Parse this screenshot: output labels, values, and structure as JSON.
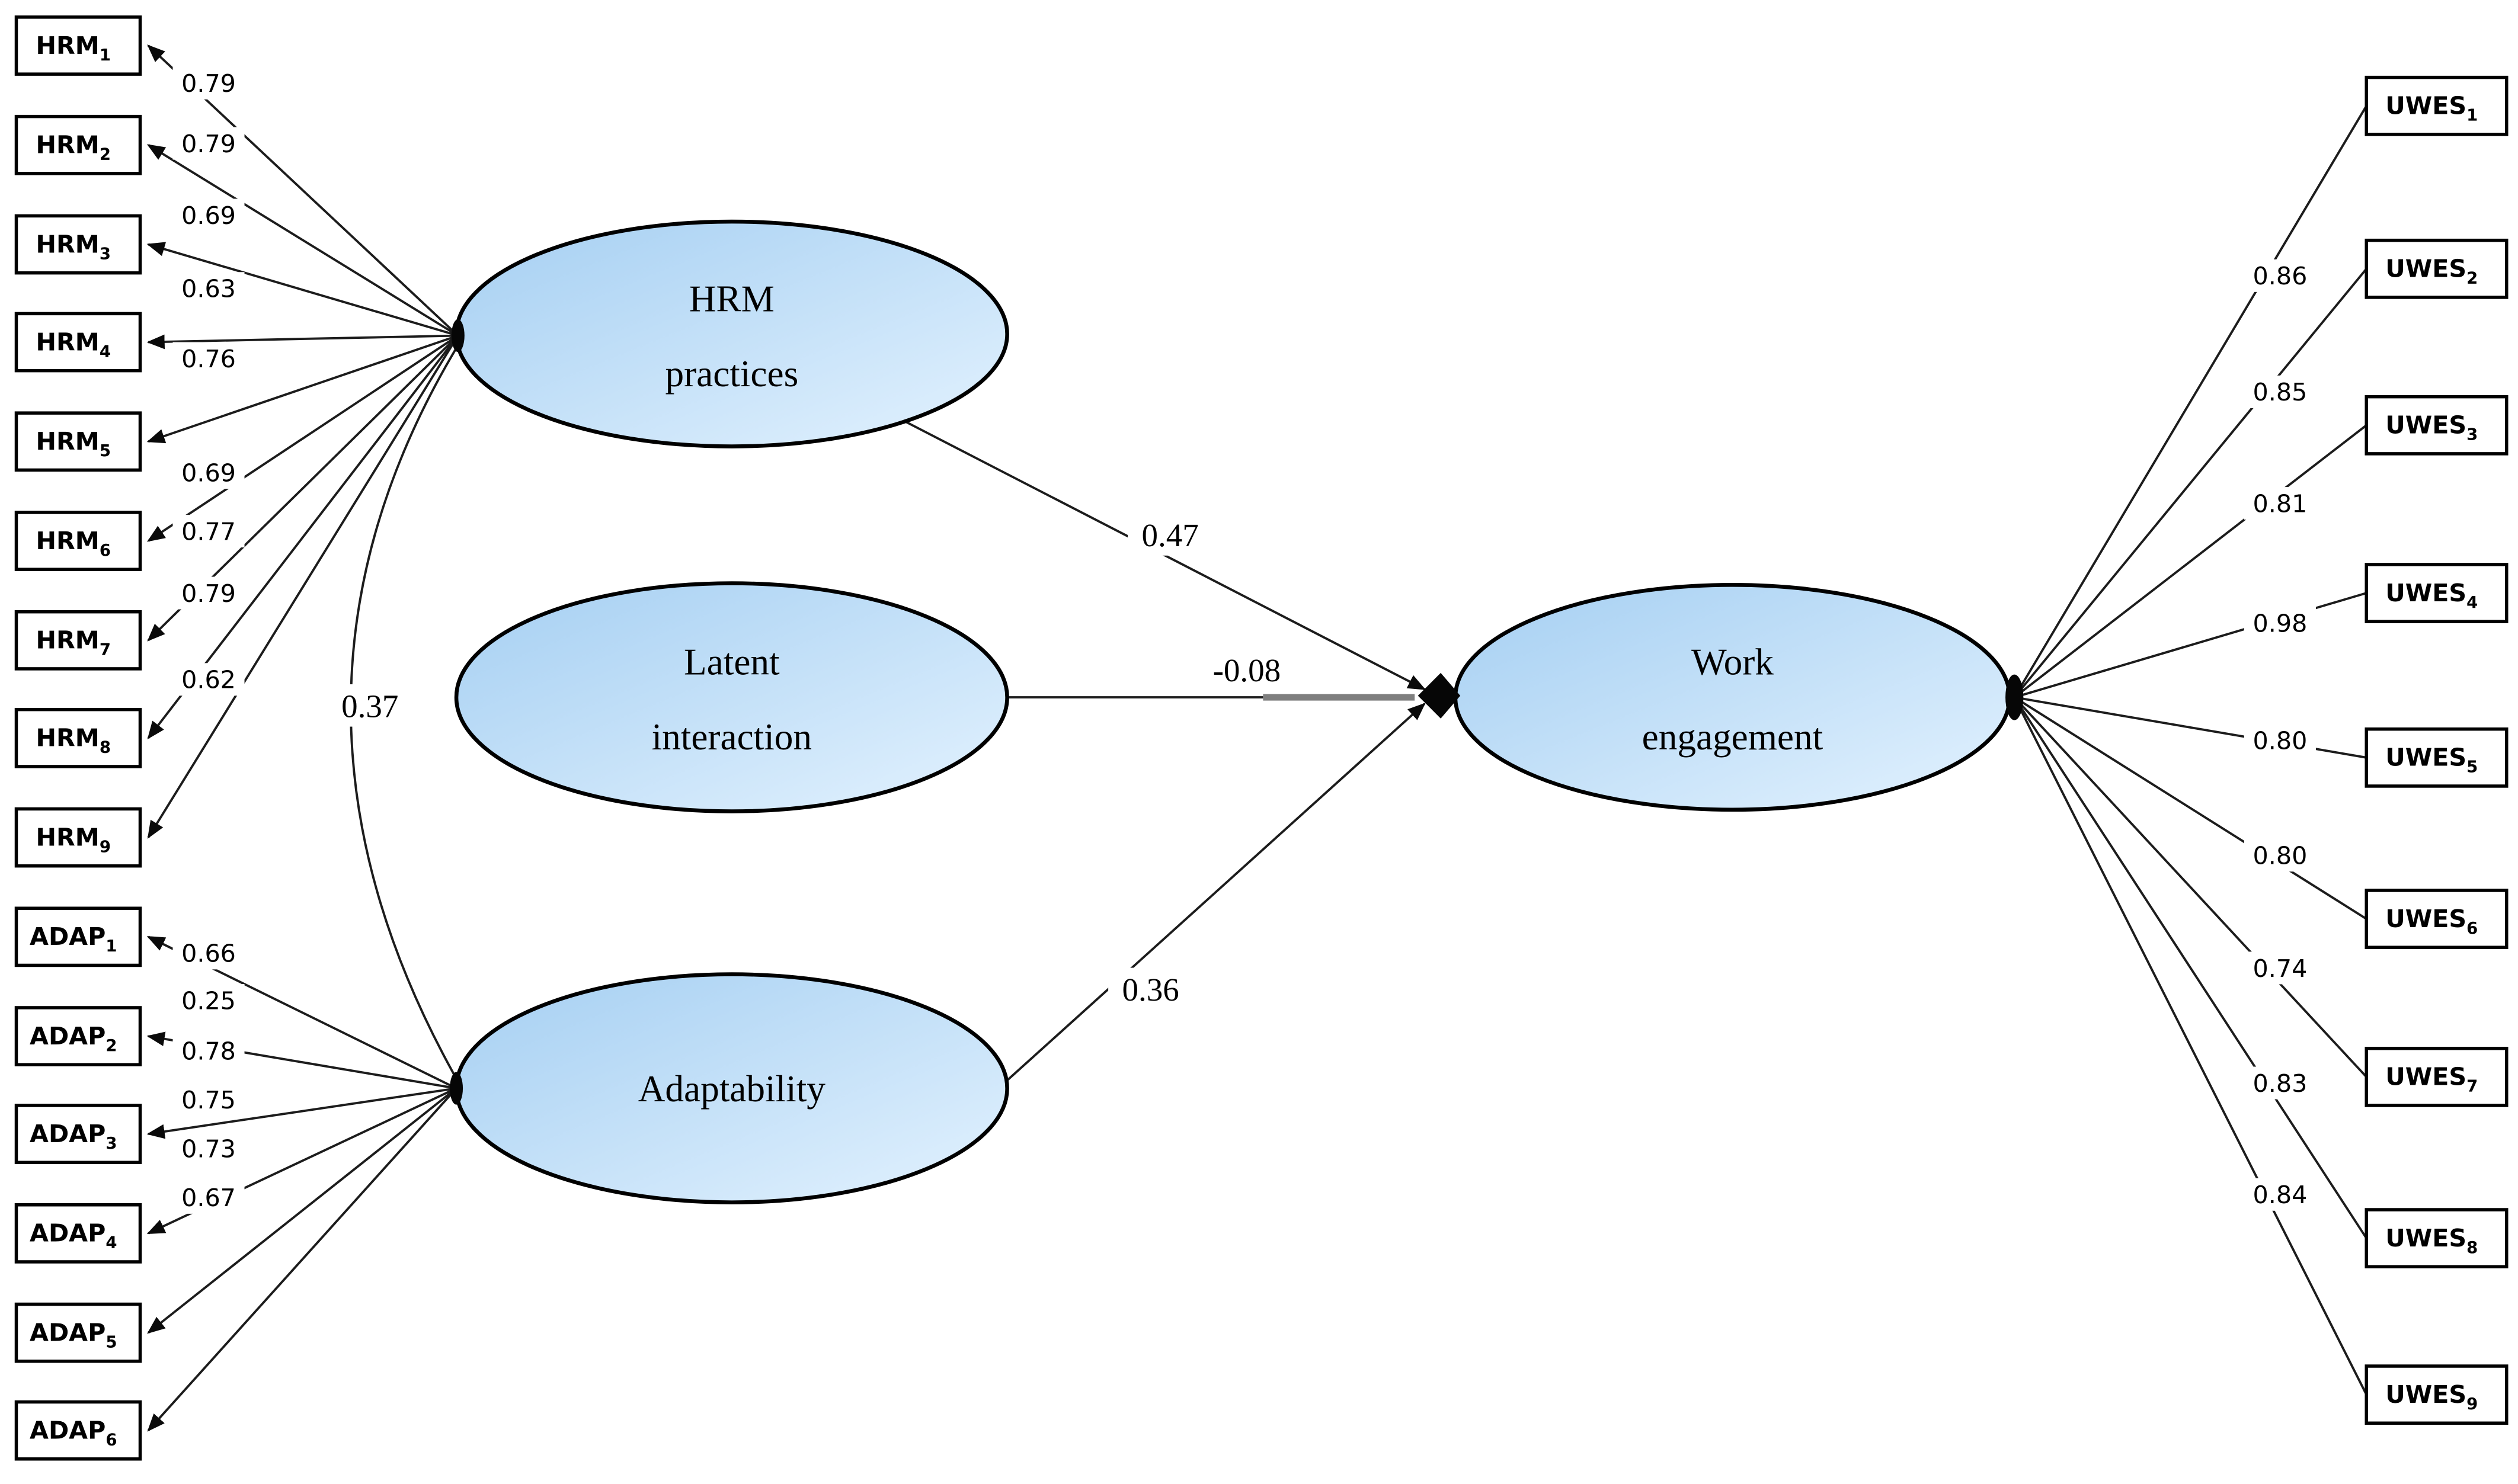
{
  "diagram": {
    "type": "sem-path-diagram",
    "colors": {
      "background": "#ffffff",
      "ellipse_gradient_start": "#a5cff2",
      "ellipse_gradient_end": "#e3f2fe",
      "ellipse_stroke": "#000000",
      "box_fill": "#ffffff",
      "box_stroke": "#000000",
      "line_color": "#1c1c1c",
      "gray_segment_color": "#7f7f7f",
      "text_color": "#000000"
    },
    "latent_nodes": [
      {
        "id": "hrm-practices",
        "lines": [
          "HRM",
          "practices"
        ]
      },
      {
        "id": "latent-interaction",
        "lines": [
          "Latent",
          "interaction"
        ]
      },
      {
        "id": "adaptability",
        "lines": [
          "Adaptability"
        ]
      },
      {
        "id": "work-engagement",
        "lines": [
          "Work",
          "engagement"
        ]
      }
    ],
    "structural_paths": [
      {
        "from": "hrm-practices",
        "to": "work-engagement",
        "coefficient": "0.47"
      },
      {
        "from": "latent-interaction",
        "to": "work-engagement",
        "coefficient": "-0.08"
      },
      {
        "from": "adaptability",
        "to": "work-engagement",
        "coefficient": "0.36"
      }
    ],
    "covariance": {
      "between": [
        "hrm-practices",
        "adaptability"
      ],
      "value": "0.37"
    },
    "indicator_groups": [
      {
        "latent": "hrm-practices",
        "side": "left",
        "items": [
          {
            "label": "HRM",
            "sub": "1",
            "loading": "0.79"
          },
          {
            "label": "HRM",
            "sub": "2",
            "loading": "0.79"
          },
          {
            "label": "HRM",
            "sub": "3",
            "loading": "0.69"
          },
          {
            "label": "HRM",
            "sub": "4",
            "loading": "0.63"
          },
          {
            "label": "HRM",
            "sub": "5",
            "loading": "0.76"
          },
          {
            "label": "HRM",
            "sub": "6",
            "loading": "0.69"
          },
          {
            "label": "HRM",
            "sub": "7",
            "loading": "0.77"
          },
          {
            "label": "HRM",
            "sub": "8",
            "loading": "0.79"
          },
          {
            "label": "HRM",
            "sub": "9",
            "loading": "0.62"
          }
        ]
      },
      {
        "latent": "adaptability",
        "side": "left",
        "items": [
          {
            "label": "ADAP",
            "sub": "1",
            "loading": "0.66"
          },
          {
            "label": "ADAP",
            "sub": "2",
            "loading": "0.25"
          },
          {
            "label": "ADAP",
            "sub": "3",
            "loading": "0.78"
          },
          {
            "label": "ADAP",
            "sub": "4",
            "loading": "0.75"
          },
          {
            "label": "ADAP",
            "sub": "5",
            "loading": "0.73"
          },
          {
            "label": "ADAP",
            "sub": "6",
            "loading": "0.67"
          }
        ]
      },
      {
        "latent": "work-engagement",
        "side": "right",
        "items": [
          {
            "label": "UWES",
            "sub": "1",
            "loading": "0.86"
          },
          {
            "label": "UWES",
            "sub": "2",
            "loading": "0.85"
          },
          {
            "label": "UWES",
            "sub": "3",
            "loading": "0.81"
          },
          {
            "label": "UWES",
            "sub": "4",
            "loading": "0.98"
          },
          {
            "label": "UWES",
            "sub": "5",
            "loading": "0.80"
          },
          {
            "label": "UWES",
            "sub": "6",
            "loading": "0.80"
          },
          {
            "label": "UWES",
            "sub": "7",
            "loading": "0.74"
          },
          {
            "label": "UWES",
            "sub": "8",
            "loading": "0.83"
          },
          {
            "label": "UWES",
            "sub": "9",
            "loading": "0.84"
          }
        ]
      }
    ]
  }
}
